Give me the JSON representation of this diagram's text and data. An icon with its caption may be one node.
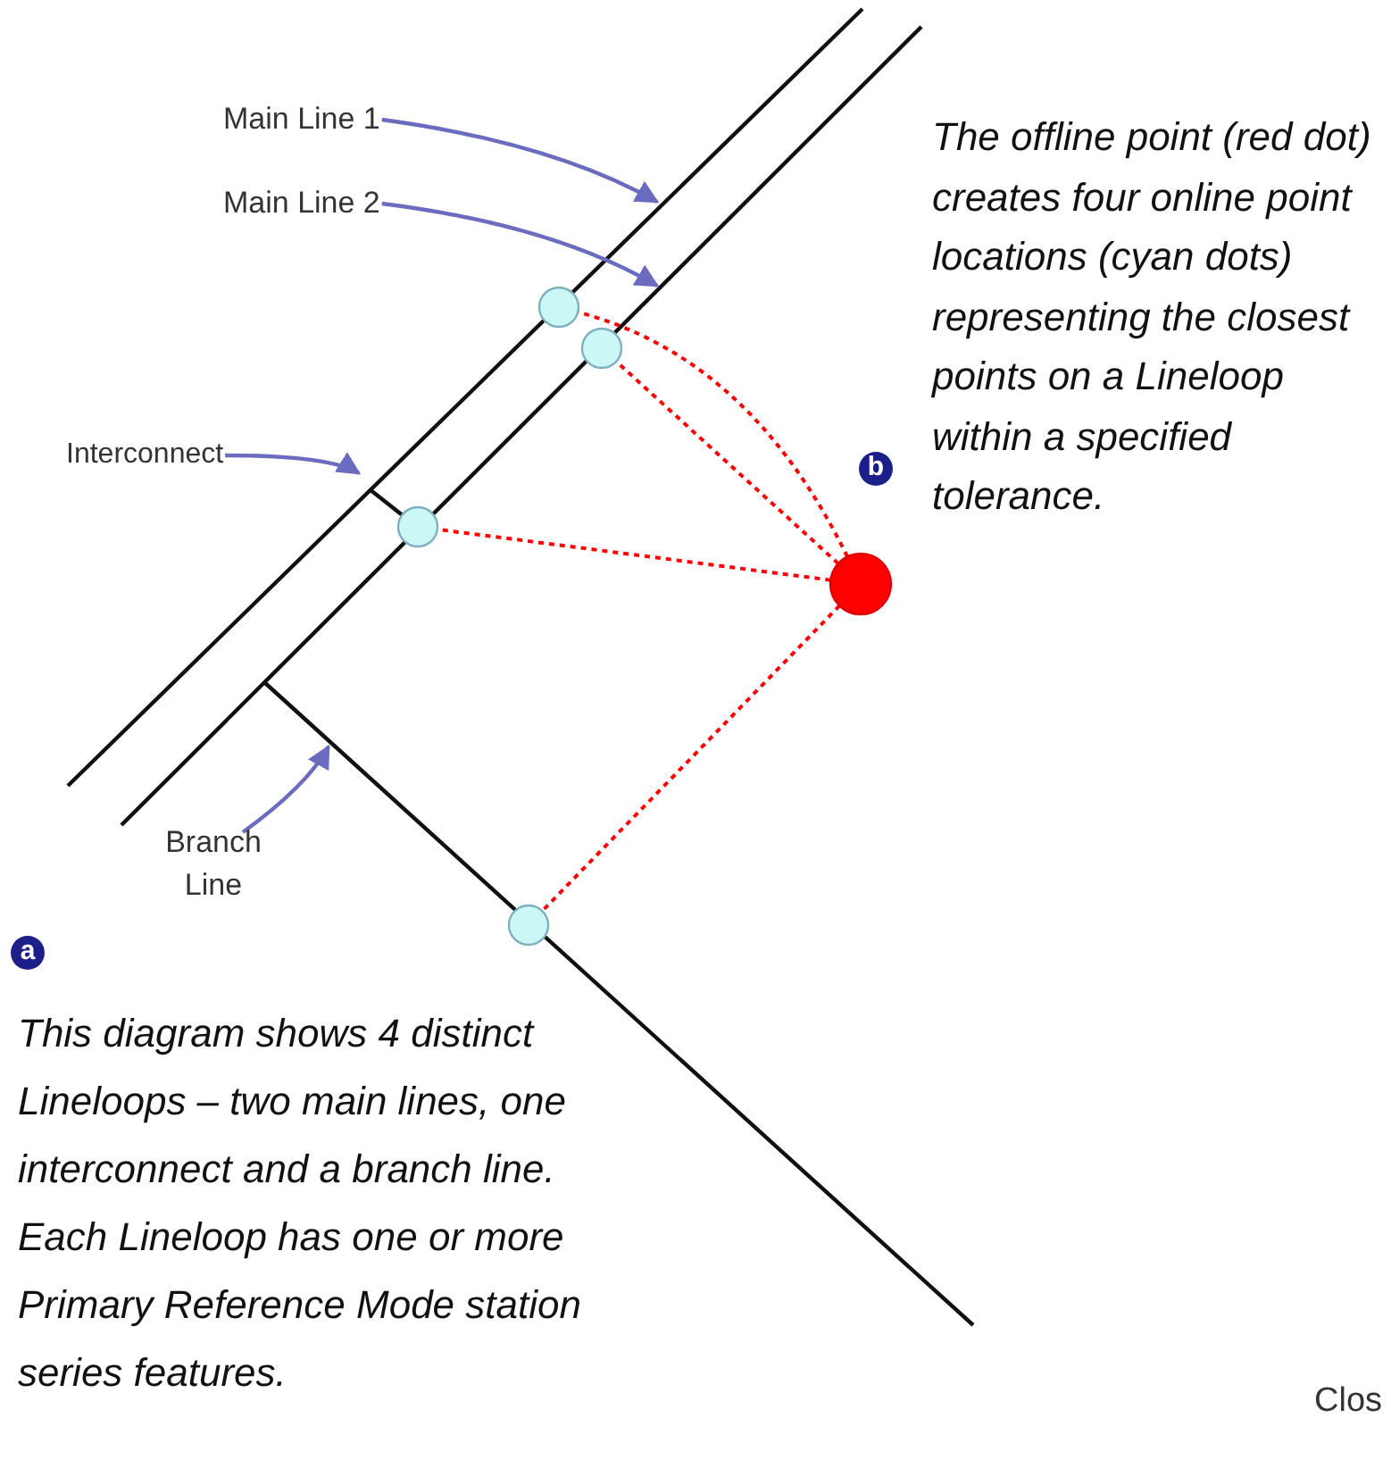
{
  "diagram": {
    "nodes": [
      {
        "text": [
          "Main Line 1"
        ]
      },
      {
        "text": [
          "Main Line 2"
        ]
      },
      {
        "text": [],
        "shape": "circle"
      },
      {
        "text": [],
        "shape": "circle"
      },
      {
        "text": [
          "Interconnect"
        ]
      },
      {
        "text": [],
        "shape": "circle"
      },
      {
        "text": [],
        "shape": "circle"
      },
      {
        "text": [
          "Branch Line"
        ]
      },
      {
        "text": [],
        "shape": "circle"
      }
    ],
    "edges": [
      {
        "from": 0,
        "to": null,
        "arrow": "to",
        "color": "#6b6bbf"
      },
      {
        "from": 1,
        "to": null,
        "arrow": "to",
        "color": "#6b6bbf"
      },
      {
        "from": 4,
        "to": null,
        "arrow": "to",
        "color": "#6b6bbf"
      },
      {
        "from": 7,
        "to": null,
        "arrow": "to",
        "color": "#6b6bbf"
      },
      {
        "from": 6,
        "to": 2,
        "arrow": "none",
        "style": "dashed",
        "color": "#ff0000"
      },
      {
        "from": 6,
        "to": 3,
        "arrow": "none",
        "style": "dashed",
        "color": "#ff0000"
      },
      {
        "from": 6,
        "to": 5,
        "arrow": "none",
        "style": "dashed",
        "color": "#ff0000"
      },
      {
        "from": 6,
        "to": 8,
        "arrow": "none",
        "style": "dashed",
        "color": "#ff0000"
      }
    ],
    "labels": [
      "b",
      "The offline point (red dot) creates four online point locations (cyan dots) representing the closest points on a Lineloop within a specified tolerance.",
      "a",
      "This diagram shows 4 distinct Lineloops – two main lines, one interconnect and a branch line. Each Lineloop has one or more Primary Reference Mode station series features.",
      "Clos"
    ]
  }
}
